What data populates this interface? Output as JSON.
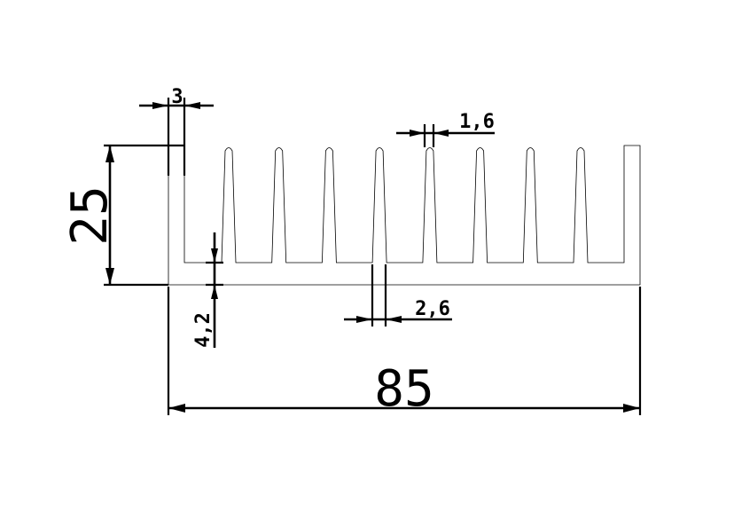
{
  "dimensions": {
    "fin_thickness_top": "1,6",
    "fin_thickness_base": "2,6",
    "wall_thickness": "3",
    "base_thickness": "4,2",
    "height": "25",
    "width": "85"
  },
  "fin_count": 8,
  "colors": {
    "line": "#000000",
    "background": "#ffffff"
  }
}
